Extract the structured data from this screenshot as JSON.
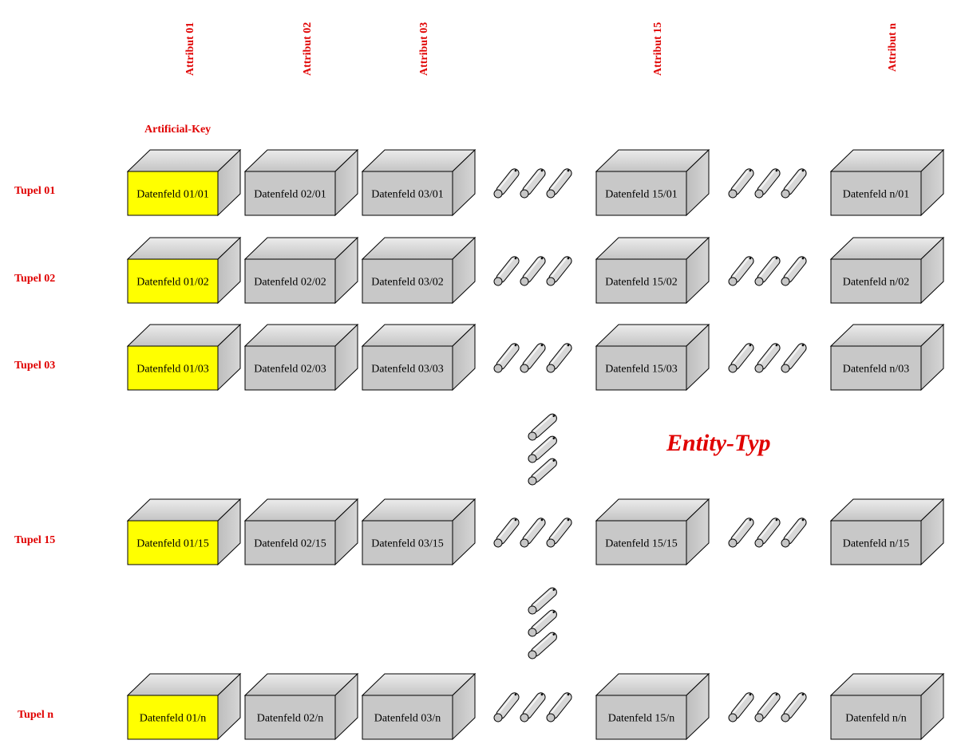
{
  "diagram": {
    "title": "Entity-Typ",
    "key_label": "Artificial-Key",
    "columns": [
      {
        "label": "Attribut 01",
        "id": "01"
      },
      {
        "label": "Attribut 02",
        "id": "02"
      },
      {
        "label": "Attribut 03",
        "id": "03"
      },
      {
        "label": "Attribut 15",
        "id": "15"
      },
      {
        "label": "Attribut n",
        "id": "n"
      }
    ],
    "rows": [
      {
        "label": "Tupel 01",
        "id": "01"
      },
      {
        "label": "Tupel 02",
        "id": "02"
      },
      {
        "label": "Tupel 03",
        "id": "03"
      },
      {
        "label": "Tupel 15",
        "id": "15"
      },
      {
        "label": "Tupel n",
        "id": "n"
      }
    ],
    "cells": [
      [
        "Datenfeld 01/01",
        "Datenfeld 02/01",
        "Datenfeld 03/01",
        "Datenfeld 15/01",
        "Datenfeld n/01"
      ],
      [
        "Datenfeld 01/02",
        "Datenfeld 02/02",
        "Datenfeld 03/02",
        "Datenfeld 15/02",
        "Datenfeld n/02"
      ],
      [
        "Datenfeld 01/03",
        "Datenfeld 02/03",
        "Datenfeld 03/03",
        "Datenfeld 15/03",
        "Datenfeld n/03"
      ],
      [
        "Datenfeld 01/15",
        "Datenfeld 02/15",
        "Datenfeld 03/15",
        "Datenfeld 15/15",
        "Datenfeld n/15"
      ],
      [
        "Datenfeld 01/n",
        "Datenfeld 02/n",
        "Datenfeld 03/n",
        "Datenfeld 15/n",
        "Datenfeld n/n"
      ]
    ],
    "key_column_index": 0,
    "colors": {
      "key_face": "#ffff00",
      "box_face": "#c8c8c8",
      "box_top": "#dcdcdc",
      "box_side": "#b4b4b4",
      "label_red": "#e00000"
    }
  }
}
